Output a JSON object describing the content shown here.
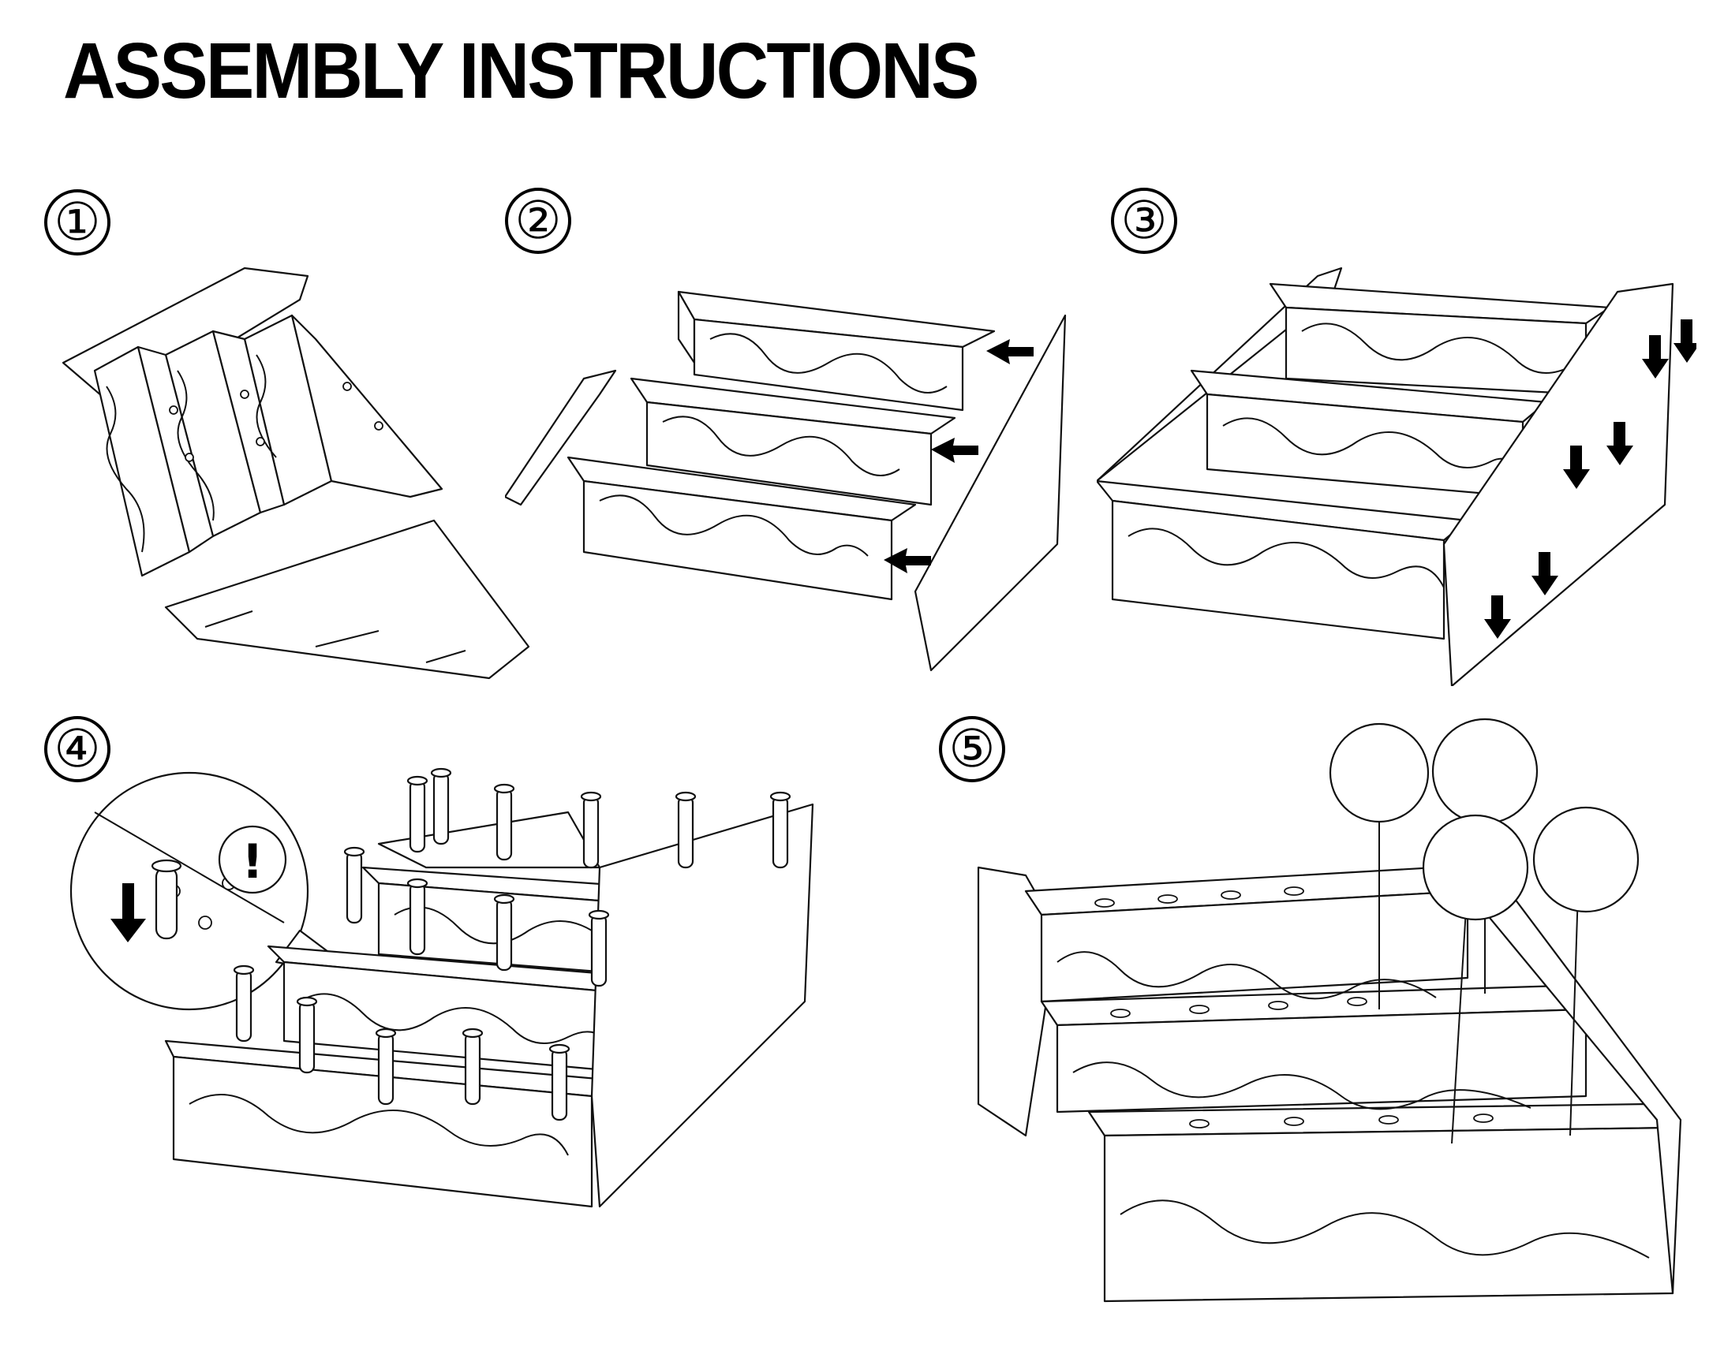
{
  "title": "ASSEMBLY INSTRUCTIONS",
  "steps": [
    {
      "number": "①"
    },
    {
      "number": "②"
    },
    {
      "number": "③"
    },
    {
      "number": "④"
    },
    {
      "number": "⑤"
    }
  ],
  "callout": {
    "symbol": "!"
  }
}
